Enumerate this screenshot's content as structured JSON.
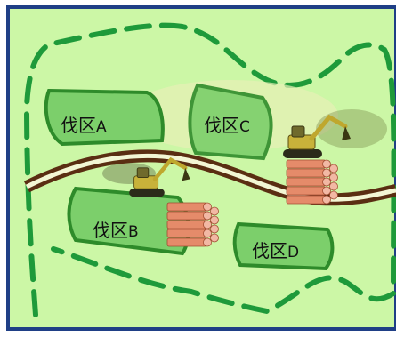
{
  "diagram": {
    "zones": [
      {
        "id": "a",
        "name": "伐区",
        "letter": "A"
      },
      {
        "id": "b",
        "name": "伐区",
        "letter": "B"
      },
      {
        "id": "c",
        "name": "伐区",
        "letter": "C"
      },
      {
        "id": "d",
        "name": "伐区",
        "letter": "D"
      }
    ],
    "colors": {
      "background": "#ccf7a6",
      "border": "#1f3f86",
      "zone_fill": "#7ccf6b",
      "zone_stroke": "#2e8b2a",
      "boundary_dash": "#1e9a3a",
      "road_dark": "#5a2e12",
      "road_light": "#f3f6d4",
      "log_fill": "#e58b6a",
      "log_end": "#f2b8a4"
    },
    "icons": [
      "excavator-icon",
      "log-pile-icon"
    ]
  }
}
